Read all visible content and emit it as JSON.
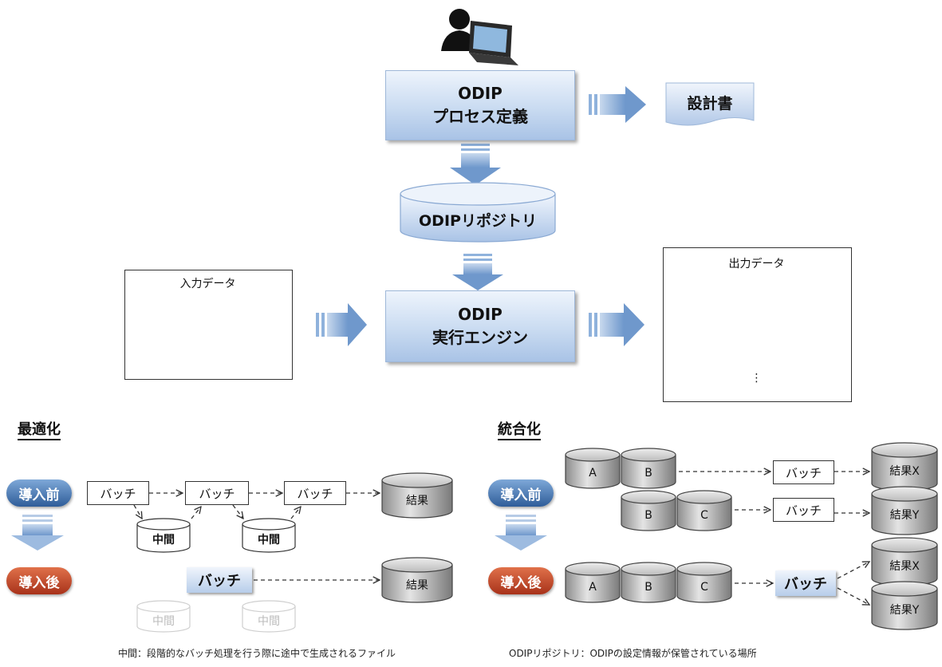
{
  "process_box": {
    "line1": "ODIP",
    "line2": "プロセス定義"
  },
  "design_doc": "設計書",
  "repository": "ODIPリポジトリ",
  "engine_box": {
    "line1": "ODIP",
    "line2": "実行エンジン"
  },
  "input_frame": {
    "caption": "入力データ"
  },
  "output_frame": {
    "caption": "出力データ",
    "more": "⋮"
  },
  "optimization": {
    "title": "最適化",
    "before_label": "導入前",
    "after_label": "導入後",
    "batch_label": "バッチ",
    "intermediate_label": "中間",
    "result_label": "結果"
  },
  "integration": {
    "title": "統合化",
    "before_label": "導入前",
    "after_label": "導入後",
    "batch_label": "バッチ",
    "a_label": "A",
    "b_label": "B",
    "c_label": "C",
    "result_x": "結果X",
    "result_y": "結果Y"
  },
  "notes": {
    "intermediate": "中間：段階的なバッチ処理を行う際に途中で生成されるファイル",
    "repository": "ODIPリポジトリ：ODIPの設定情報が保管されている場所"
  },
  "colors": {
    "box_blue": "#c9dbf1",
    "arrow_blue": "#7fa6d6",
    "before_pill": "#2f5d99",
    "after_pill": "#a8321a",
    "cylinder_gray": "#a9a9a9"
  }
}
